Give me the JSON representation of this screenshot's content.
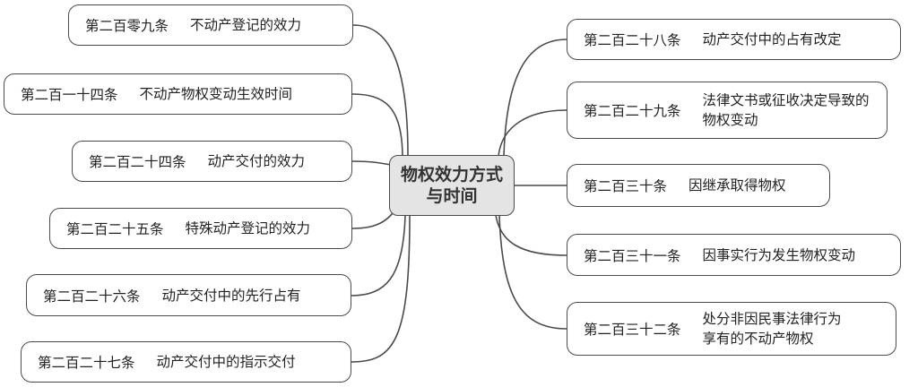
{
  "center": {
    "line1": "物权效力方式",
    "line2": "与时间"
  },
  "left": [
    {
      "num": "第二百零九条",
      "title": "不动产登记的效力"
    },
    {
      "num": "第二百一十四条",
      "title": "不动产物权变动生效时间"
    },
    {
      "num": "第二百二十四条",
      "title": "动产交付的效力"
    },
    {
      "num": "第二百二十五条",
      "title": "特殊动产登记的效力"
    },
    {
      "num": "第二百二十六条",
      "title": "动产交付中的先行占有"
    },
    {
      "num": "第二百二十七条",
      "title": "动产交付中的指示交付"
    }
  ],
  "right": [
    {
      "num": "第二百二十八条",
      "title": "动产交付中的占有改定"
    },
    {
      "num": "第二百二十九条",
      "title": "法律文书或征收决定导致的物权变动"
    },
    {
      "num": "第二百三十条",
      "title": "因继承取得物权"
    },
    {
      "num": "第二百三十一条",
      "title": "因事实行为发生物权变动"
    },
    {
      "num": "第二百三十二条",
      "title": "处分非因民事法律行为享有的不动产物权"
    }
  ]
}
